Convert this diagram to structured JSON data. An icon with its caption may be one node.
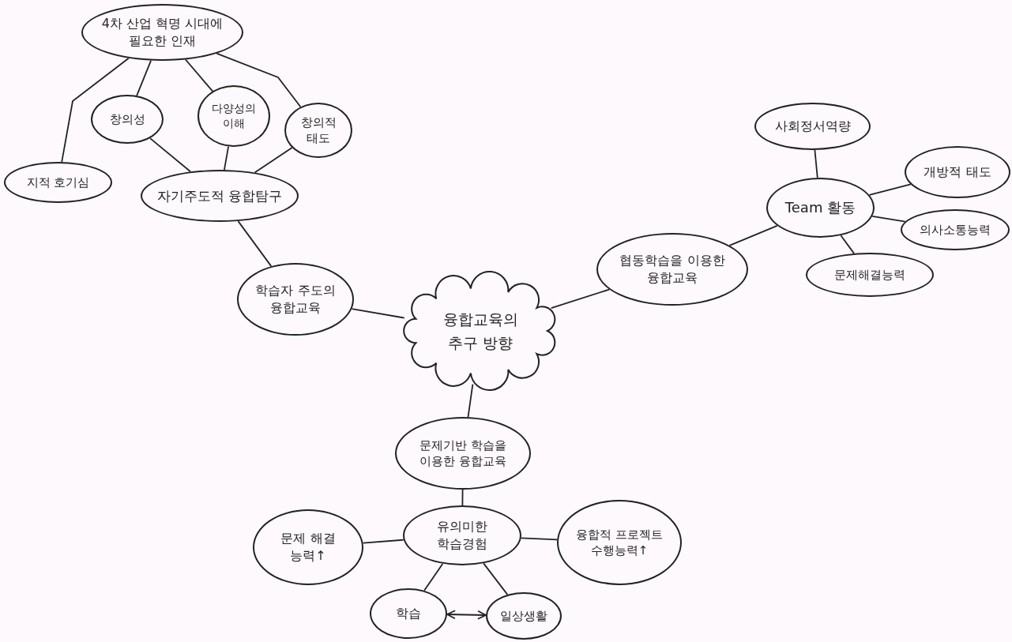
{
  "diagram": {
    "nodes": [
      {
        "text": [
          "4차 산업 혁명 시대에 필요한 인재"
        ]
      },
      {
        "text": [
          "창의성"
        ]
      },
      {
        "text": [
          "다양성의 이해"
        ]
      },
      {
        "text": [
          "창의적 태도"
        ]
      },
      {
        "text": [
          "지적 호기심"
        ]
      },
      {
        "text": [
          "자기주도적 융합탐구"
        ]
      },
      {
        "text": [
          "학습자 주도의 융합교육"
        ]
      },
      {
        "text": [
          "융합교육의 추구 방향"
        ]
      },
      {
        "text": [
          "협동학습을 이용한 융합교육"
        ]
      },
      {
        "text": [
          "사회정서역량"
        ]
      },
      {
        "text": [
          "Team 활동"
        ]
      },
      {
        "text": [
          "개방적 태도"
        ]
      },
      {
        "text": [
          "의사소통능력"
        ]
      },
      {
        "text": [
          "문제해결능력"
        ]
      },
      {
        "text": [
          "문제기반 학습을 이용한 융합교육"
        ]
      },
      {
        "text": [
          "유의미한 학습경험"
        ]
      },
      {
        "text": [
          "문제 해결 능력↑"
        ]
      },
      {
        "text": [
          "융합적 프로젝트 수행능력↑"
        ]
      },
      {
        "text": [
          "학습"
        ]
      },
      {
        "text": [
          "일상생활"
        ]
      }
    ],
    "edges": [
      {
        "from": 0,
        "to": 1,
        "arrow": "none"
      },
      {
        "from": 0,
        "to": 2,
        "arrow": "none"
      },
      {
        "from": 0,
        "to": 3,
        "arrow": "none"
      },
      {
        "from": 0,
        "to": 4,
        "arrow": "none"
      },
      {
        "from": 1,
        "to": 5,
        "arrow": "none"
      },
      {
        "from": 2,
        "to": 5,
        "arrow": "none"
      },
      {
        "from": 3,
        "to": 5,
        "arrow": "none"
      },
      {
        "from": 5,
        "to": 6,
        "arrow": "none"
      },
      {
        "from": 6,
        "to": 7,
        "arrow": "none"
      },
      {
        "from": 7,
        "to": 8,
        "arrow": "none"
      },
      {
        "from": 8,
        "to": 10,
        "arrow": "none"
      },
      {
        "from": 10,
        "to": 9,
        "arrow": "none"
      },
      {
        "from": 10,
        "to": 11,
        "arrow": "none"
      },
      {
        "from": 10,
        "to": 12,
        "arrow": "none"
      },
      {
        "from": 10,
        "to": 13,
        "arrow": "none"
      },
      {
        "from": 7,
        "to": 14,
        "arrow": "none"
      },
      {
        "from": 14,
        "to": 15,
        "arrow": "none"
      },
      {
        "from": 15,
        "to": 16,
        "arrow": "none"
      },
      {
        "from": 15,
        "to": 17,
        "arrow": "none"
      },
      {
        "from": 15,
        "to": 18,
        "arrow": "none"
      },
      {
        "from": 15,
        "to": 19,
        "arrow": "none"
      },
      {
        "from": 18,
        "to": 19,
        "arrow": "both"
      }
    ]
  }
}
